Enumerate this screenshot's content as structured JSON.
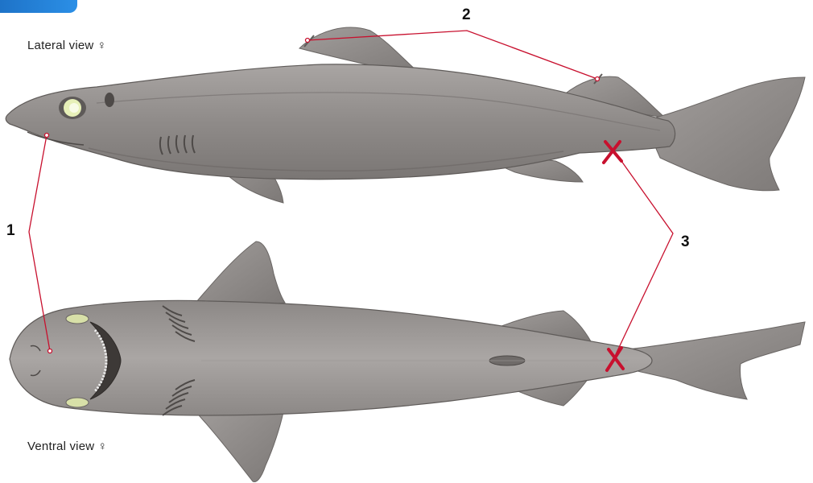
{
  "labels": {
    "lateral_view": "Lateral view ♀",
    "ventral_view": "Ventral view ♀"
  },
  "callouts": [
    {
      "number": "1"
    },
    {
      "number": "2"
    },
    {
      "number": "3"
    }
  ],
  "colors": {
    "body": "#8f8b89",
    "body_dark": "#6f6b69",
    "body_light": "#b3afad",
    "callout_line": "#c8102e",
    "eye": "#e7f0b8",
    "corner_tab": "#1e73c8"
  }
}
